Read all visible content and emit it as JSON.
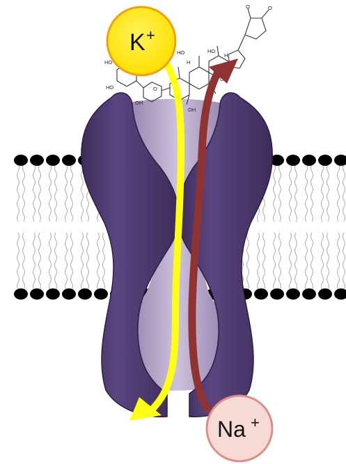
{
  "ions": {
    "potassium": {
      "label": "K",
      "charge": "+",
      "fill": "#ffe600",
      "stroke": "#f0a010"
    },
    "sodium": {
      "label": "Na",
      "charge": "+",
      "fill": "#f7d9d6",
      "stroke": "#d98f8a"
    }
  },
  "arrows": {
    "potassium_arrow": {
      "color": "#ffff14"
    },
    "sodium_arrow": {
      "color": "#8e3232"
    }
  },
  "channel": {
    "body_color": "#4e3a6f",
    "pore_color": "#b5a6cb"
  },
  "molecule": {
    "atoms": [
      "O",
      "O",
      "HO",
      "HO",
      "HO",
      "HO",
      "HO",
      "OH",
      "OH",
      "OH",
      "O",
      "H",
      "H",
      "H",
      "O"
    ]
  }
}
